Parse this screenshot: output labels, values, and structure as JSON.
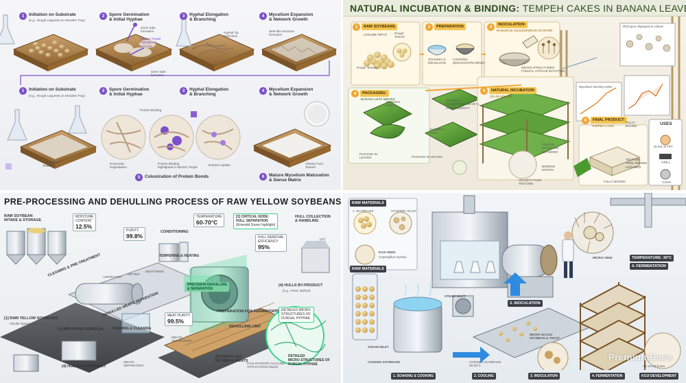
{
  "q1": {
    "steps_top": [
      {
        "num": "1",
        "title": "Initiation on Substrate",
        "sub": "(e.g., Rough Legumes on Wooden Tray)"
      },
      {
        "num": "2",
        "title": "Spore Germination\n& Initial Hyphae"
      },
      {
        "num": "3",
        "title": "Hyphal Elongation\n& Branching"
      },
      {
        "num": "4",
        "title": "Mycelium Expansion\n& Network Growth"
      }
    ],
    "steps_mid": [
      {
        "num": "1",
        "title": "Initiation on Substrate",
        "sub": "(e.g., Rough Legumes on Wooden Tray)"
      },
      {
        "num": "2",
        "title": "Spore Germination\n& Initial Hyphae"
      },
      {
        "num": "3",
        "title": "Hyphal Elongation\n& Branching"
      },
      {
        "num": "4",
        "title": "Mycelium Expansion\n& Network Growth"
      }
    ],
    "callouts": {
      "germ_tube": "Germ tube\nformation",
      "electric_purple": "Electric Purple\nhighlighted\nprocess",
      "germ_tube2": "Germ tube\nformation",
      "hyphal_tip": "Hyphal Tip\nExtension",
      "web_like": "Web-like structure\nformation",
      "protein_binding": "Protein Binding",
      "velvety_left": "Velvety Fuzz\nTexture",
      "enzymatic": "Enzymatic\nDegradation",
      "protein_binding2": "Protein Binding\nhighlighted in Electric Purple",
      "nutrient": "Nutrient Uptake",
      "velvety_right": "Velvety Fuzz\nTexture"
    },
    "bottom_steps": [
      {
        "num": "5",
        "title": "Colonization of Protein Bonds"
      },
      {
        "num": "6",
        "title": "Mature Mycelium Maturation\n& Dense Matrix"
      }
    ]
  },
  "q2": {
    "title_bold": "NATURAL INCUBATION & BINDING:",
    "title_rest": "TEMPEH CAKES IN BANANA LEAVES",
    "raw": {
      "num": "1",
      "label": "RAW SOYBEANS",
      "legume": "LEGUME INPUT",
      "rough": "Rough\nTexture",
      "rough2": "Rough Texture"
    },
    "prep": {
      "num": "2",
      "label": "PREPARATION",
      "soak": "SOAKING &\nDEHULLING",
      "cook": "COOKING\n(BOILING/STEAMING)"
    },
    "inoc": {
      "num": "3",
      "label": "INOCULATION:",
      "sub": "RHIZOPUS OLIGOSPORUS STARTER",
      "micro": "MICRO-STRUCTURES:\nFUNGAL HYPHAE INITIATION",
      "rhizo": "Rhizopus oligosporus culture"
    },
    "pack": {
      "num": "4",
      "label": "PACKAGING:",
      "sub": "BANANA LEAF WRAPS",
      "vent1": "Ventilation\nHoles",
      "vent2": "Ventilation\nHoles",
      "packing1": "PACKING IN\nLEAVES",
      "packing2": "PACKING IN LEAVES"
    },
    "incub": {
      "num": "5",
      "label": "NATURAL INCUBATION",
      "sub": "(24-48 HOURS)",
      "optimal": "OPTIMAL\nCONDITIONS: 30-35°C,\nHIGH HUMIDITY",
      "fungal": "FUNGAL\nMYCELIUM\nNETWORK",
      "binding": "BINDING\nMATRIX",
      "velvety": "VELVETY FUZZ\nTEXTURE",
      "density": "Mycelium Density Index"
    },
    "final": {
      "num": "6",
      "label": "FINAL PRODUCT:",
      "sub": "TEMPEH CAKE",
      "fully1": "FULLY\nBOUND",
      "texture": "TEXTURE:\nFIRM, BINDED\nLEGUMES",
      "fully2": "FULLY BOUND"
    },
    "uses": {
      "title": "USES",
      "items": [
        "SLICE & FRY",
        "GRILL",
        "COOK"
      ]
    }
  },
  "q3": {
    "title": "PRE-PROCESSING AND DEHULLING PROCESS OF RAW YELLOW SOYBEANS",
    "labels": {
      "raw_intake": "RAW SOYBEAN\nINTAKE & STORAGE",
      "moisture_label": "MOISTURE\nCONTENT",
      "moisture": "12.5%",
      "cleaning": "CLEANING & PRE-TREATMENT",
      "purity_label": "PURITY",
      "purity": "99.8%",
      "conditioning": "CONDITIONING",
      "temp_label": "TEMPERATURE",
      "temp": "60-70°C",
      "critical": "[3] CRITICAL NODE:\nHULL SEPARATION",
      "critical_sub": "(Emerald Green highlight)",
      "hull_collection": "HULL COLLECTION\n& HANDLING",
      "efficiency_label": "HULL REMOVAL\nEFFICIENCY",
      "efficiency": "95%",
      "tempering": "TEMPERING & HEATING",
      "aspiration": "ASPIRATION",
      "drying": "DRYING",
      "destoning": "DESTONING",
      "precision": "PRECISION DEHULLING\n& SEPARATION",
      "raw_yellow": "[1] RAW YELLOW SOYBEANS",
      "raw_yellow_sub": "(Tactile legume texture detail)",
      "impurities": "[2] IMPURITIES REMOVAL",
      "impurities_sub": "(Dirt, Stones, Damaged Beans)",
      "dehull_unit": "DEHULLING UNIT",
      "hulls_byproduct": "(4) HULLS BY-PRODUCT",
      "hulls_byproduct_sub": "(e.g., Feed, Biofuel)",
      "dehull_meats": "DEHULLED MEATS SEPARATION",
      "washing": "WASHING & CLEANING",
      "meat_purity_label": "MEAT PURITY",
      "meat_purity": "99.5%",
      "prep_ferm": "PREPARATION FOR FERMENTATION",
      "detailed": "DETAILED MICRO-\nSTRUCTURES OF\nFUNGAL HYPHAE",
      "meats_sep": "MEATS\nSEPARATION",
      "dehulled_meats": "(5) DEHULLED\nSOYBEAN MEATS",
      "koji": "KOJI STARTER CULTURE\nAPPLICATION (Mock)",
      "detailed2": "DETAILED\nMICRO-STRUCTURES OF\nFUNGAL HYPHAE",
      "hulls_bottom": "(4) HULLS BY-PRODUCT",
      "meats_bottom": "MEATS\nSEPARATION",
      "unit_m3": "(m³)"
    }
  },
  "q4": {
    "labels": {
      "raw_materials_top": "RAW MATERIALS",
      "soybeans": "1. SOYBEANS",
      "starter": "STARTER YEAST",
      "koji_seed": "KOJI SEED",
      "koji_sub": "(Aspergillus oryzae)",
      "raw_materials": "RAW MATERIALS",
      "steam_inlet_top": "STEAM INLET",
      "inoculation": "3. INOCULATION",
      "micro_view": "MICRO-VIEW",
      "temperature": "TEMPERATURE: 30°C",
      "fermentation_tag": "4. FERMENTATION",
      "steam_inlet": "STEAM INLET",
      "cooked_soy": "COOKED SOYBEANS",
      "cooked_soy2": "COOKED SOYBEANS\n25-30°C",
      "micro_scale": "MICRO-SCALE:\nSOYBEAN & YEAST",
      "for_hours": "for 24-48 hours",
      "b1": "1. SOAKING & COOKING",
      "b2": "2. COOLING",
      "b3": "3. INOCULATION",
      "b4": "4. FERMENTATION",
      "b5": "KOJI DEVELOPMENT",
      "watermark": "PremiumBase"
    }
  },
  "colors": {
    "purple": "#7b4fc9",
    "emerald": "#39d48a",
    "orange": "#f2a531",
    "leaf": "#5b9e3a",
    "steel": "#aab4bf"
  }
}
